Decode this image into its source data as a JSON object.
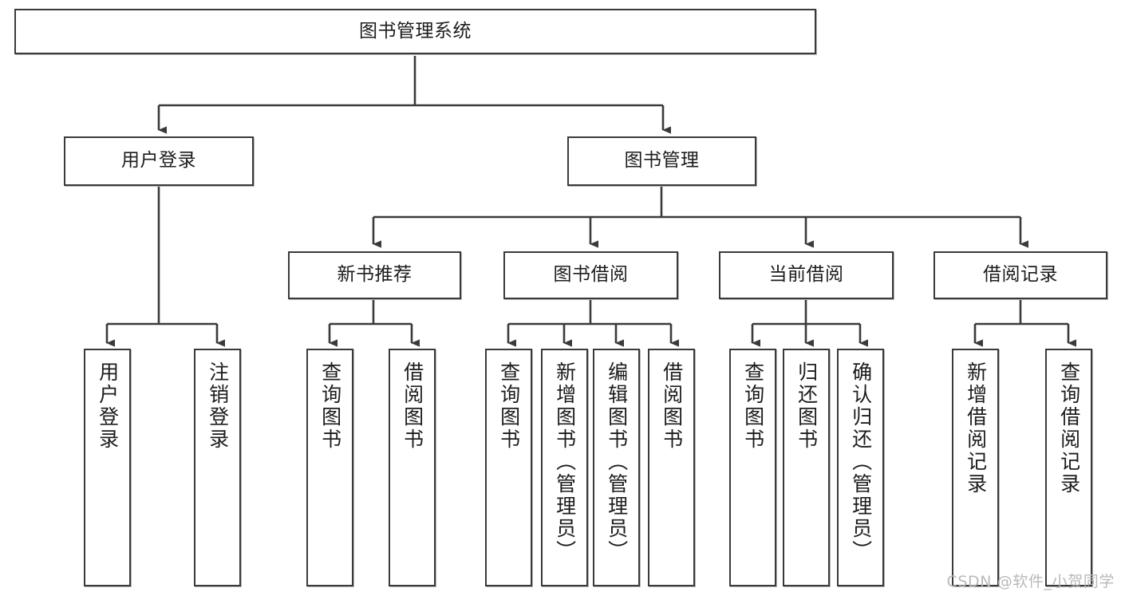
{
  "diagram": {
    "title": "图书管理系统",
    "type": "hierarchy-tree",
    "root": {
      "id": "root",
      "label": "图书管理系统"
    },
    "level2": [
      {
        "id": "login",
        "label": "用户登录"
      },
      {
        "id": "bookmgmt",
        "label": "图书管理"
      }
    ],
    "level3": [
      {
        "id": "newbook",
        "label": "新书推荐",
        "parent": "bookmgmt"
      },
      {
        "id": "borrow",
        "label": "图书借阅",
        "parent": "bookmgmt"
      },
      {
        "id": "current",
        "label": "当前借阅",
        "parent": "bookmgmt"
      },
      {
        "id": "records",
        "label": "借阅记录",
        "parent": "bookmgmt"
      }
    ],
    "leaves": {
      "login": [
        {
          "id": "leaf-user-login",
          "label": "用户登录"
        },
        {
          "id": "leaf-user-logout",
          "label": "注销登录"
        }
      ],
      "newbook": [
        {
          "id": "leaf-query-book-1",
          "label": "查询图书"
        },
        {
          "id": "leaf-borrow-book-1",
          "label": "借阅图书"
        }
      ],
      "borrow": [
        {
          "id": "leaf-query-book-2",
          "label": "查询图书"
        },
        {
          "id": "leaf-add-book",
          "label": "新增图书（管理员）"
        },
        {
          "id": "leaf-edit-book",
          "label": "编辑图书（管理员）"
        },
        {
          "id": "leaf-borrow-book-2",
          "label": "借阅图书"
        }
      ],
      "current": [
        {
          "id": "leaf-query-book-3",
          "label": "查询图书"
        },
        {
          "id": "leaf-return-book",
          "label": "归还图书"
        },
        {
          "id": "leaf-confirm-return",
          "label": "确认归还（管理员）"
        }
      ],
      "records": [
        {
          "id": "leaf-add-record",
          "label": "新增借阅记录"
        },
        {
          "id": "leaf-query-record",
          "label": "查询借阅记录"
        }
      ]
    }
  },
  "watermark": {
    "text": "CSDN @软件_小贺同学"
  },
  "colors": {
    "border": "#3a3a3a",
    "text": "#1c1c1c",
    "background": "#ffffff",
    "watermark": "#b9b9b9"
  }
}
